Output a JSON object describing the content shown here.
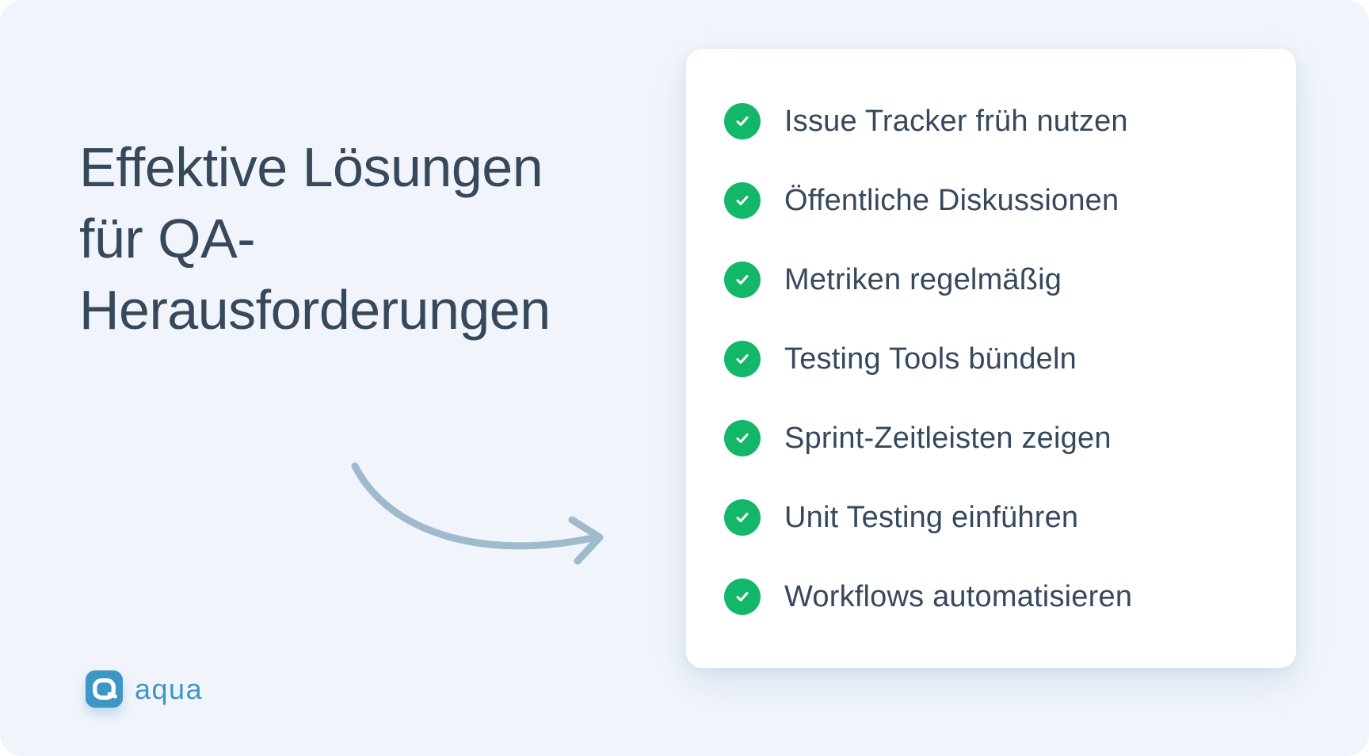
{
  "page": {
    "background_color": "#f1f5fb",
    "text_color": "#36485c"
  },
  "heading": {
    "full_text": "Effektive Lösungen für QA-Herausforderungen",
    "lines": [
      "Effektive Lösungen",
      "für QA-",
      "Herausforderungen"
    ],
    "color": "#36485c"
  },
  "arrow": {
    "description": "curved arrow pointing from heading to checklist card",
    "color": "#9fb9cd"
  },
  "checklist": {
    "card_background": "#ffffff",
    "check_color": "#12b76a",
    "check_icon": "checkmark-circle-icon",
    "items": [
      {
        "label": "Issue Tracker früh nutzen"
      },
      {
        "label": "Öffentliche Diskussionen"
      },
      {
        "label": "Metriken regelmäßig"
      },
      {
        "label": "Testing Tools bündeln"
      },
      {
        "label": "Sprint-Zeitleisten zeigen"
      },
      {
        "label": "Unit Testing einführen"
      },
      {
        "label": "Workflows automatisieren"
      }
    ]
  },
  "logo": {
    "wordmark": "aqua",
    "brand_color": "#3e96c5"
  }
}
